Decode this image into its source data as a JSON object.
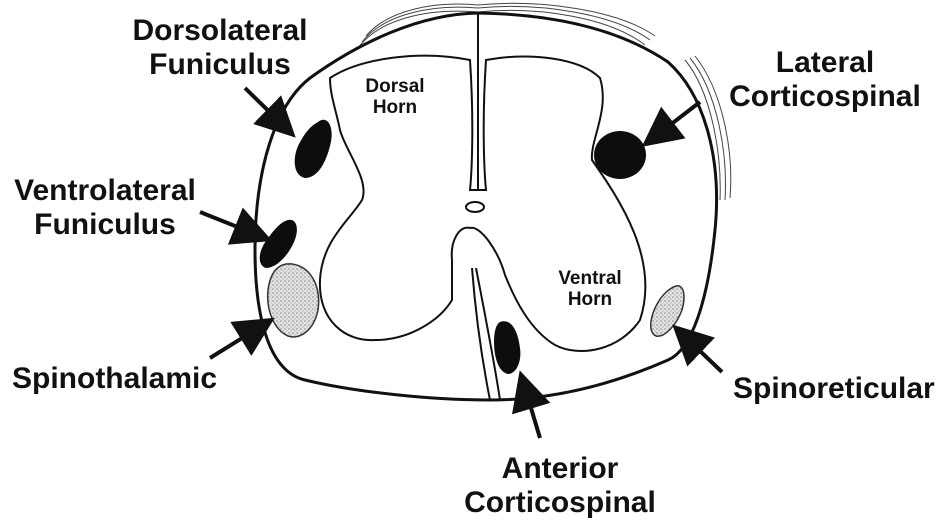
{
  "labels": {
    "dorsolateral_funiculus": {
      "line1": "Dorsolateral",
      "line2": "Funiculus"
    },
    "lateral_corticospinal": {
      "line1": "Lateral",
      "line2": "Corticospinal"
    },
    "ventrolateral_funiculus": {
      "line1": "Ventrolateral",
      "line2": "Funiculus"
    },
    "spinothalamic": "Spinothalamic",
    "spinoreticular": "Spinoreticular",
    "anterior_corticospinal": {
      "line1": "Anterior",
      "line2": "Corticospinal"
    },
    "dorsal_horn": {
      "line1": "Dorsal",
      "line2": "Horn"
    },
    "ventral_horn": {
      "line1": "Ventral",
      "line2": "Horn"
    }
  },
  "colors": {
    "outline": "#111111",
    "tract_dark": "#0d0d0d",
    "tract_light": "#cfcfcf",
    "white_matter": "#ffffff"
  }
}
